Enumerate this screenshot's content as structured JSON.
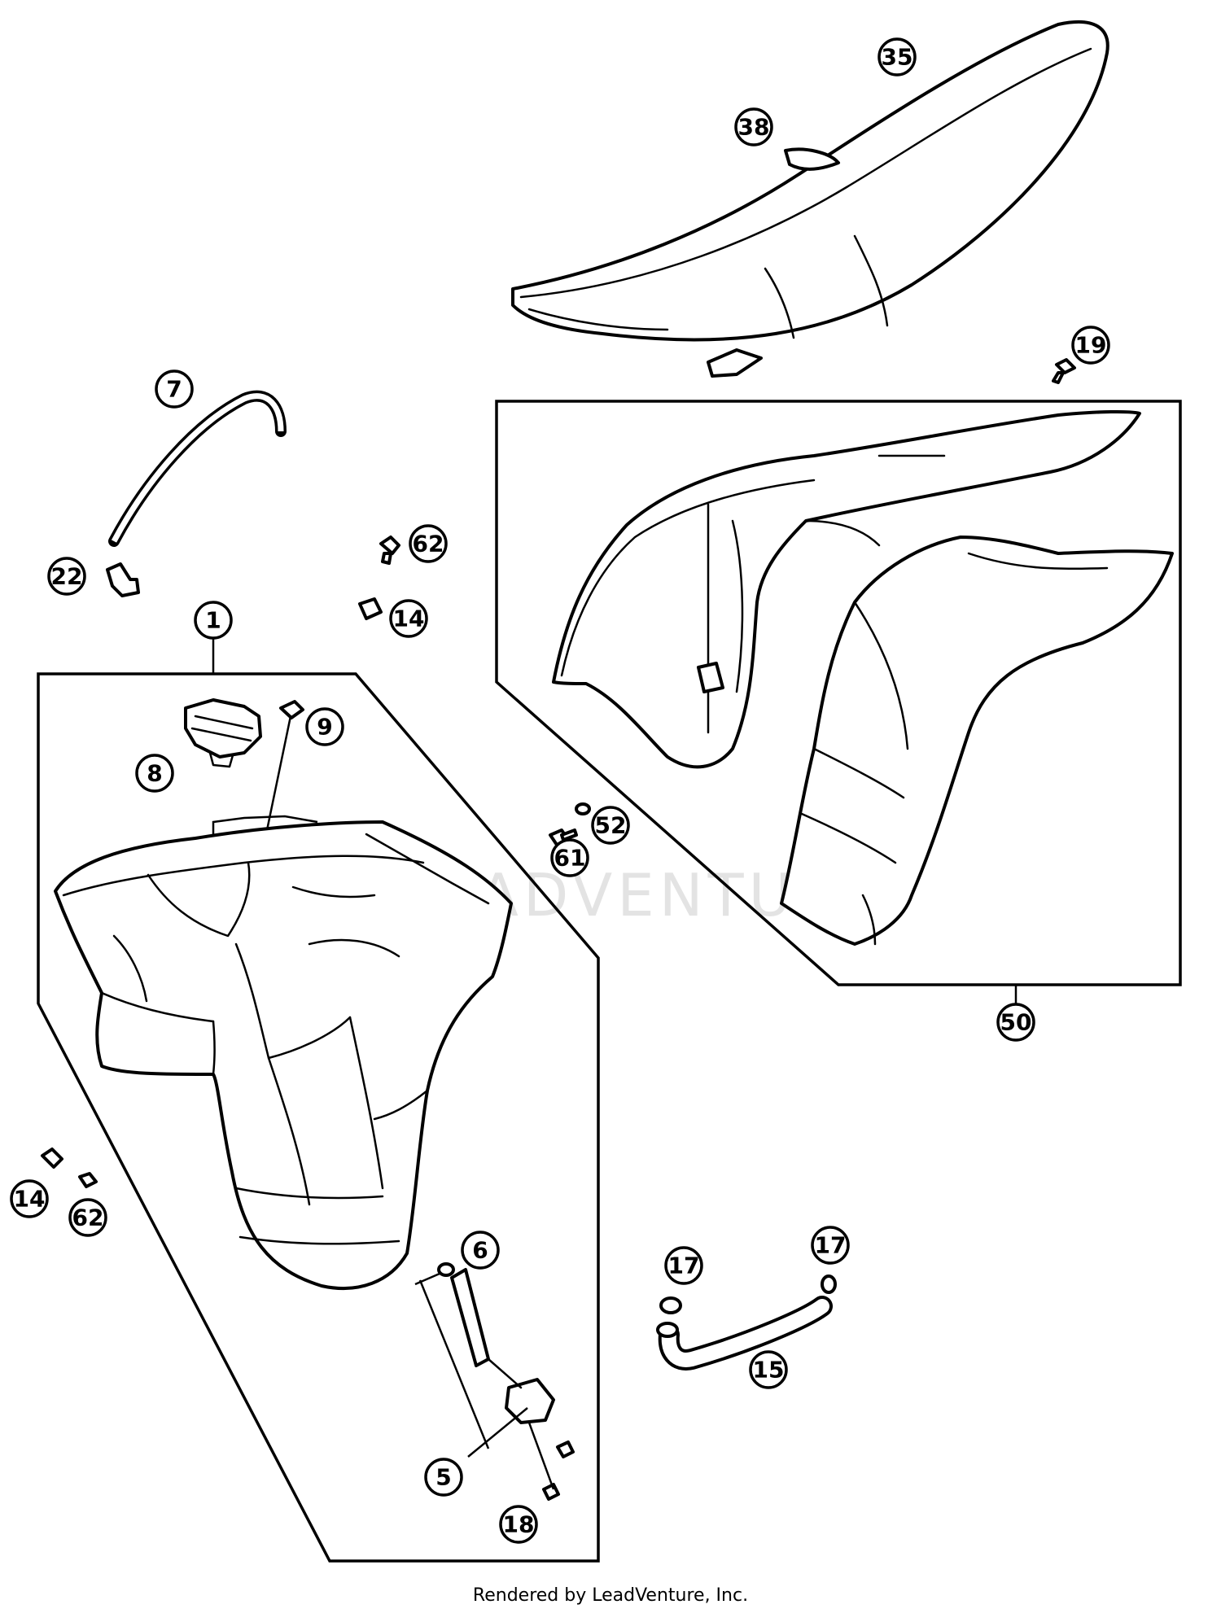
{
  "watermark_text": "LEADVENTURE",
  "footer_credit": "Rendered by LeadVenture, Inc.",
  "callouts": {
    "c1": "1",
    "c5": "5",
    "c6": "6",
    "c7": "7",
    "c8": "8",
    "c9": "9",
    "c14a": "14",
    "c14b": "14",
    "c15": "15",
    "c17a": "17",
    "c17b": "17",
    "c18": "18",
    "c19": "19",
    "c22": "22",
    "c35": "35",
    "c38": "38",
    "c50": "50",
    "c52": "52",
    "c61": "61",
    "c62a": "62",
    "c62b": "62"
  }
}
